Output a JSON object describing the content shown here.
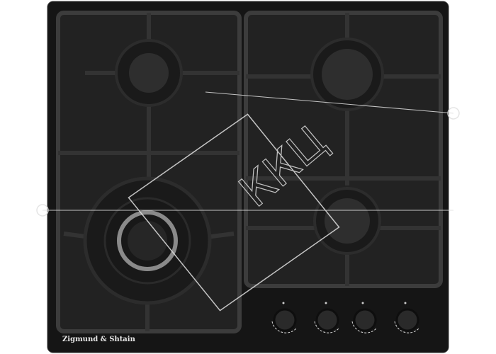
{
  "product": {
    "brand": "Zigmund & Shtain",
    "watermark": "ККЦ",
    "burners": [
      "rear-left",
      "rear-right",
      "front-left-wok",
      "front-right"
    ],
    "knobs": [
      "knob-1",
      "knob-2",
      "knob-3",
      "knob-4"
    ]
  },
  "colors": {
    "glass": "#1c1c1c",
    "grate": "#2a2a2a",
    "burner": "#2e2e2e",
    "wok_ring": "#8a8a8a",
    "watermark": "#e0e0e0"
  }
}
